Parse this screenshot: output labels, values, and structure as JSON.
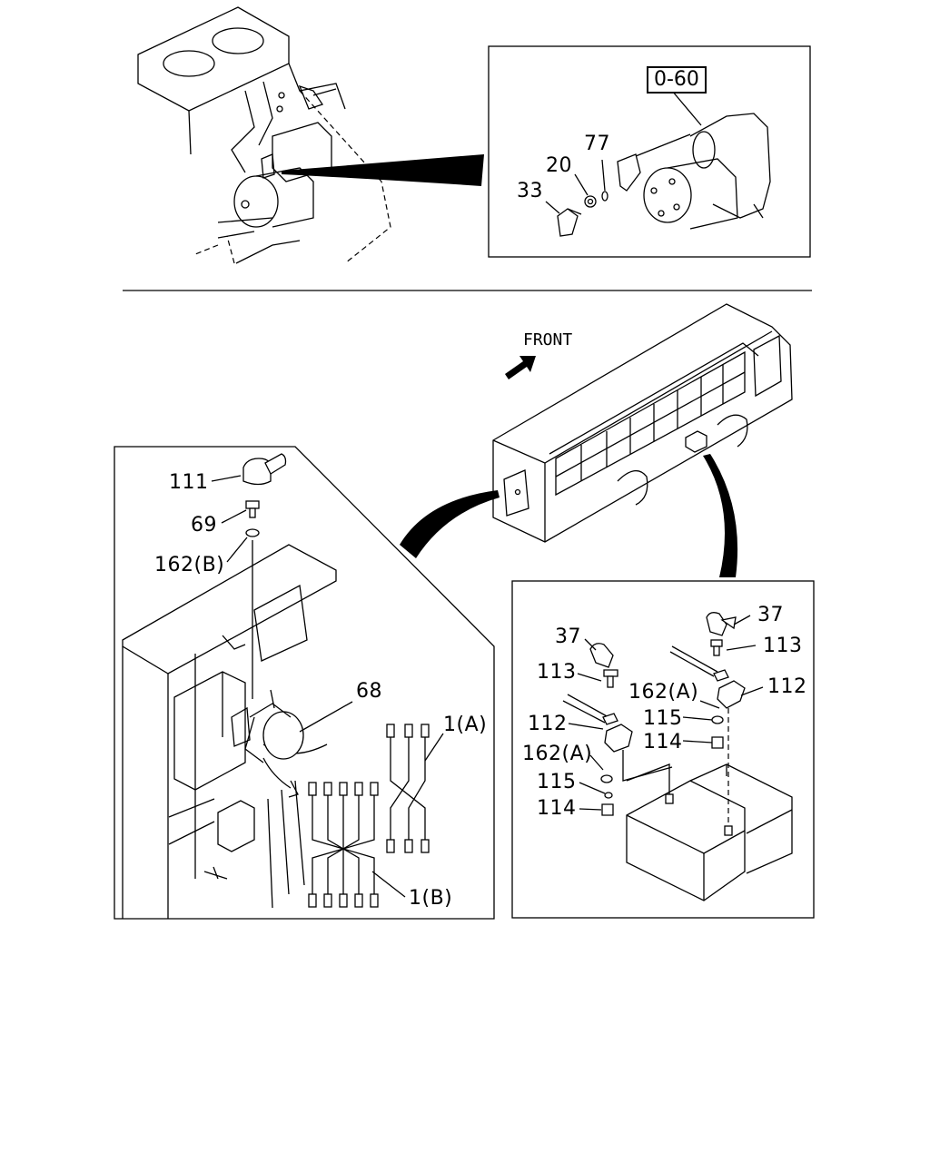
{
  "callouts": {
    "ref_box": "0-60",
    "front": "FRONT",
    "p77": "77",
    "p20": "20",
    "p33": "33",
    "p111": "111",
    "p69": "69",
    "p162b": "162(B)",
    "p68": "68",
    "p1a": "1(A)",
    "p1b": "1(B)",
    "p37_left": "37",
    "p37_right": "37",
    "p113_left": "113",
    "p113_right": "113",
    "p162a_upper": "162(A)",
    "p112_right": "112",
    "p112_left": "112",
    "p115_upper": "115",
    "p114_upper": "114",
    "p162a_lower": "162(A)",
    "p115_lower": "115",
    "p114_lower": "114"
  }
}
